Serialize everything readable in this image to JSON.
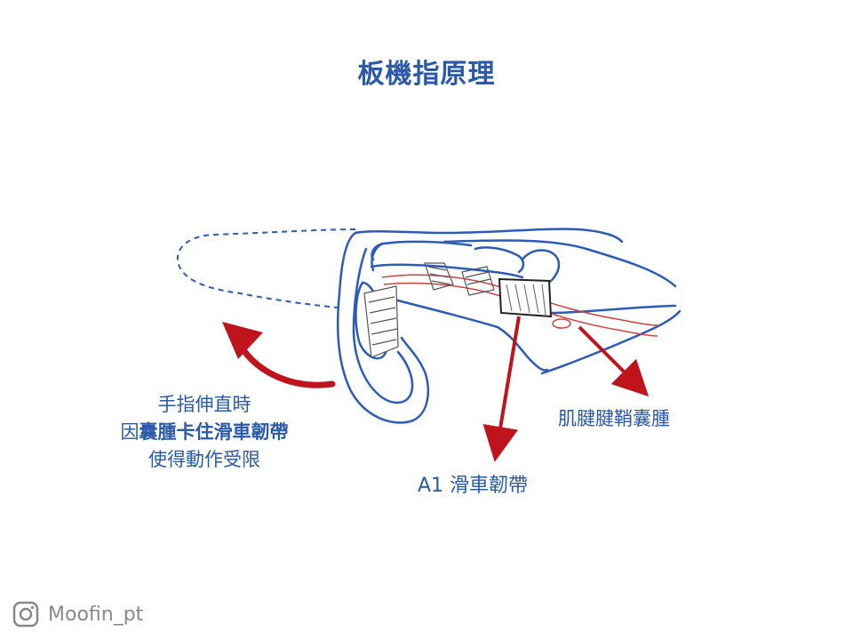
{
  "title": "板機指原理",
  "caption": {
    "line1": "手指伸直時",
    "line2_prefix": "因",
    "line2_bold": "囊腫卡住滑車韌帶",
    "line3": "使得動作受限"
  },
  "labels": {
    "a1_pulley": "A1 滑車韌帶",
    "tendon_sheath_cyst": "肌腱腱鞘囊腫"
  },
  "watermark": {
    "icon": "instagram-icon",
    "handle": "Moofin_pt"
  },
  "colors": {
    "outline_blue": "#2c5bb8",
    "tendon_red": "#d04040",
    "arrow_red": "#c0141c",
    "text_blue": "#2a5aa8",
    "watermark_gray": "#888888"
  }
}
